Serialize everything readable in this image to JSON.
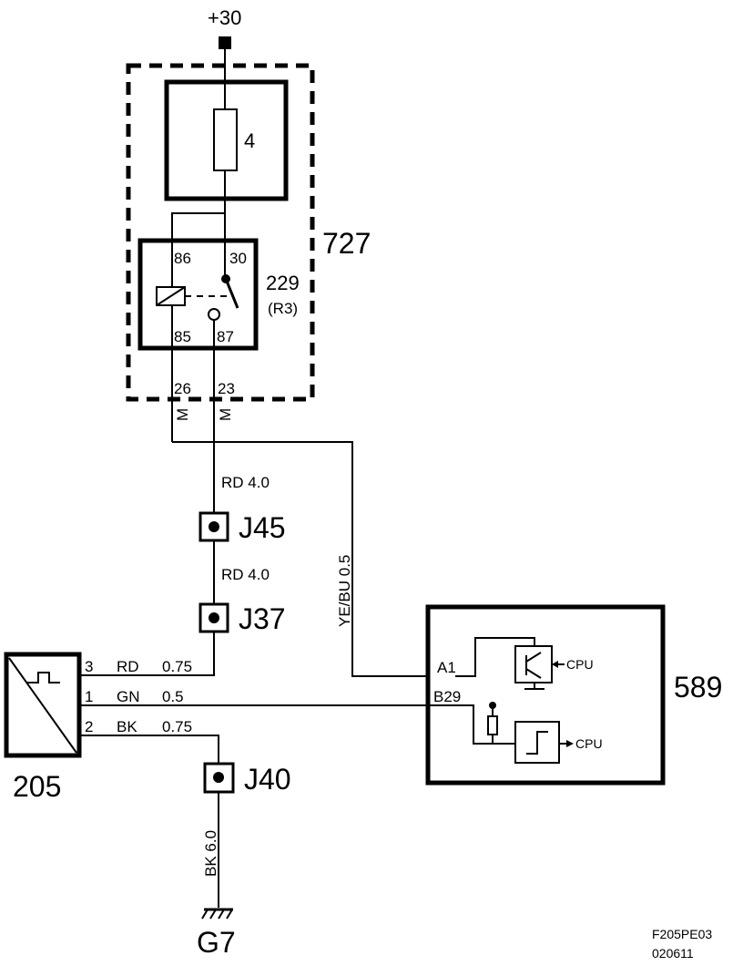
{
  "supply": {
    "label": "+30"
  },
  "fuse": {
    "number": "4"
  },
  "relay_box": {
    "id": "727"
  },
  "relay": {
    "id": "229",
    "ref": "(R3)",
    "pins": {
      "p86": "86",
      "p30": "30",
      "p85": "85",
      "p87": "87"
    }
  },
  "box_pins": {
    "left": "26",
    "right": "23"
  },
  "connector_marks": {
    "left": "M",
    "right": "M"
  },
  "wires": {
    "rd_upper": "RD  4.0",
    "rd_lower": "RD  4.0",
    "yebu": "YE/BU   0.5",
    "sensor_pin3": {
      "pin": "3",
      "color": "RD",
      "size": "0.75"
    },
    "sensor_pin1": {
      "pin": "1",
      "color": "GN",
      "size": "0.5"
    },
    "sensor_pin2": {
      "pin": "2",
      "color": "BK",
      "size": "0.75"
    },
    "ground": "BK  6.0"
  },
  "junctions": {
    "j45": "J45",
    "j37": "J37",
    "j40": "J40"
  },
  "sensor": {
    "id": "205"
  },
  "ground": {
    "id": "G7"
  },
  "ecu": {
    "id": "589",
    "pin_a1": "A1",
    "pin_b29": "B29",
    "cpu_top": "CPU",
    "cpu_bottom": "CPU"
  },
  "footer": {
    "code": "F205PE03",
    "date": "020611"
  }
}
